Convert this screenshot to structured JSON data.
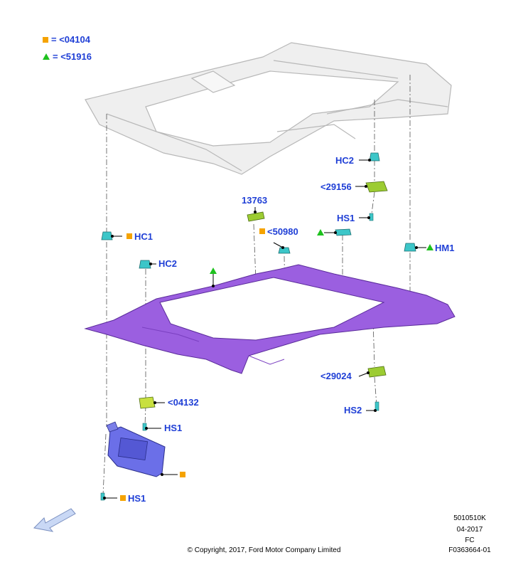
{
  "legend": [
    {
      "symbol": "square",
      "text": "= <04104"
    },
    {
      "symbol": "triangle",
      "text": "= <51916"
    }
  ],
  "labels": {
    "hc2_top": "HC2",
    "p29156": "<29156",
    "hs1_top": "HS1",
    "p13763": "13763",
    "p50980": "<50980",
    "hc1": "HC1",
    "hm1": "HM1",
    "hc2_left": "HC2",
    "p29024": "<29024",
    "hs2": "HS2",
    "p04132": "<04132",
    "hs1_mid": "HS1",
    "hs1_bottom": "HS1"
  },
  "footer": {
    "copyright": "© Copyright, 2017, Ford Motor Company Limited",
    "code1": "5010510K",
    "code2": "04-2017",
    "code3": "FC",
    "code4": "F0363664-01"
  },
  "colors": {
    "label_blue": "#1f3fd6",
    "marker_orange": "#f5a300",
    "marker_green": "#1ec11e",
    "headliner_purple": "#9b5fe0",
    "visor_blue": "#6b6fe8",
    "clip_cyan": "#3cc6c8",
    "bracket_green": "#9ccc32"
  }
}
